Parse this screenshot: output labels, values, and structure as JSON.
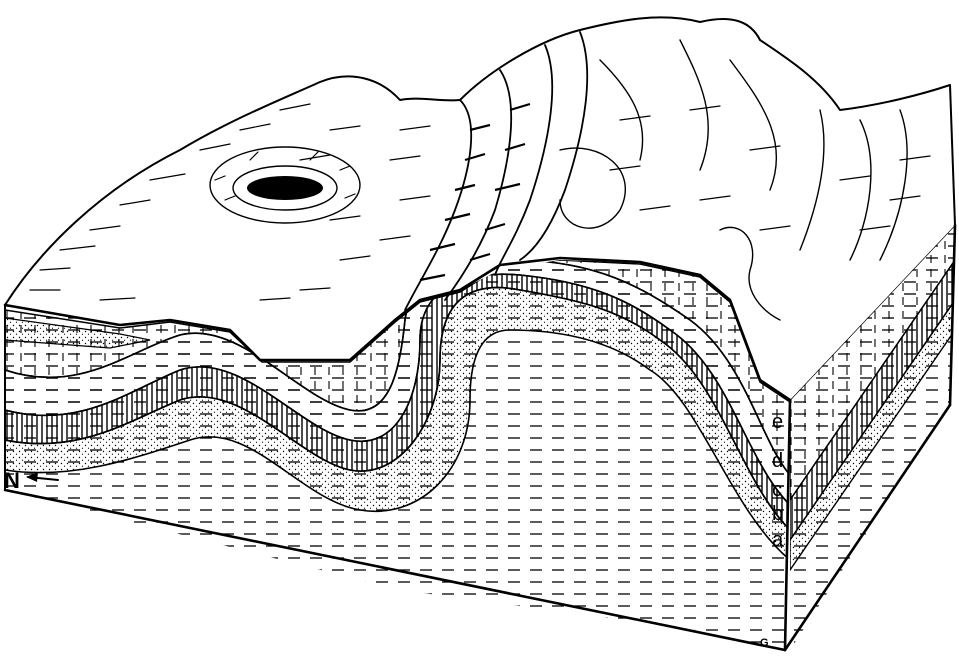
{
  "figure": {
    "colors": {
      "ink": "#000000",
      "paper": "#ffffff"
    },
    "layer_labels": [
      "e",
      "d",
      "c",
      "b",
      "a"
    ],
    "north_label": "N",
    "corner_mark": "G"
  }
}
